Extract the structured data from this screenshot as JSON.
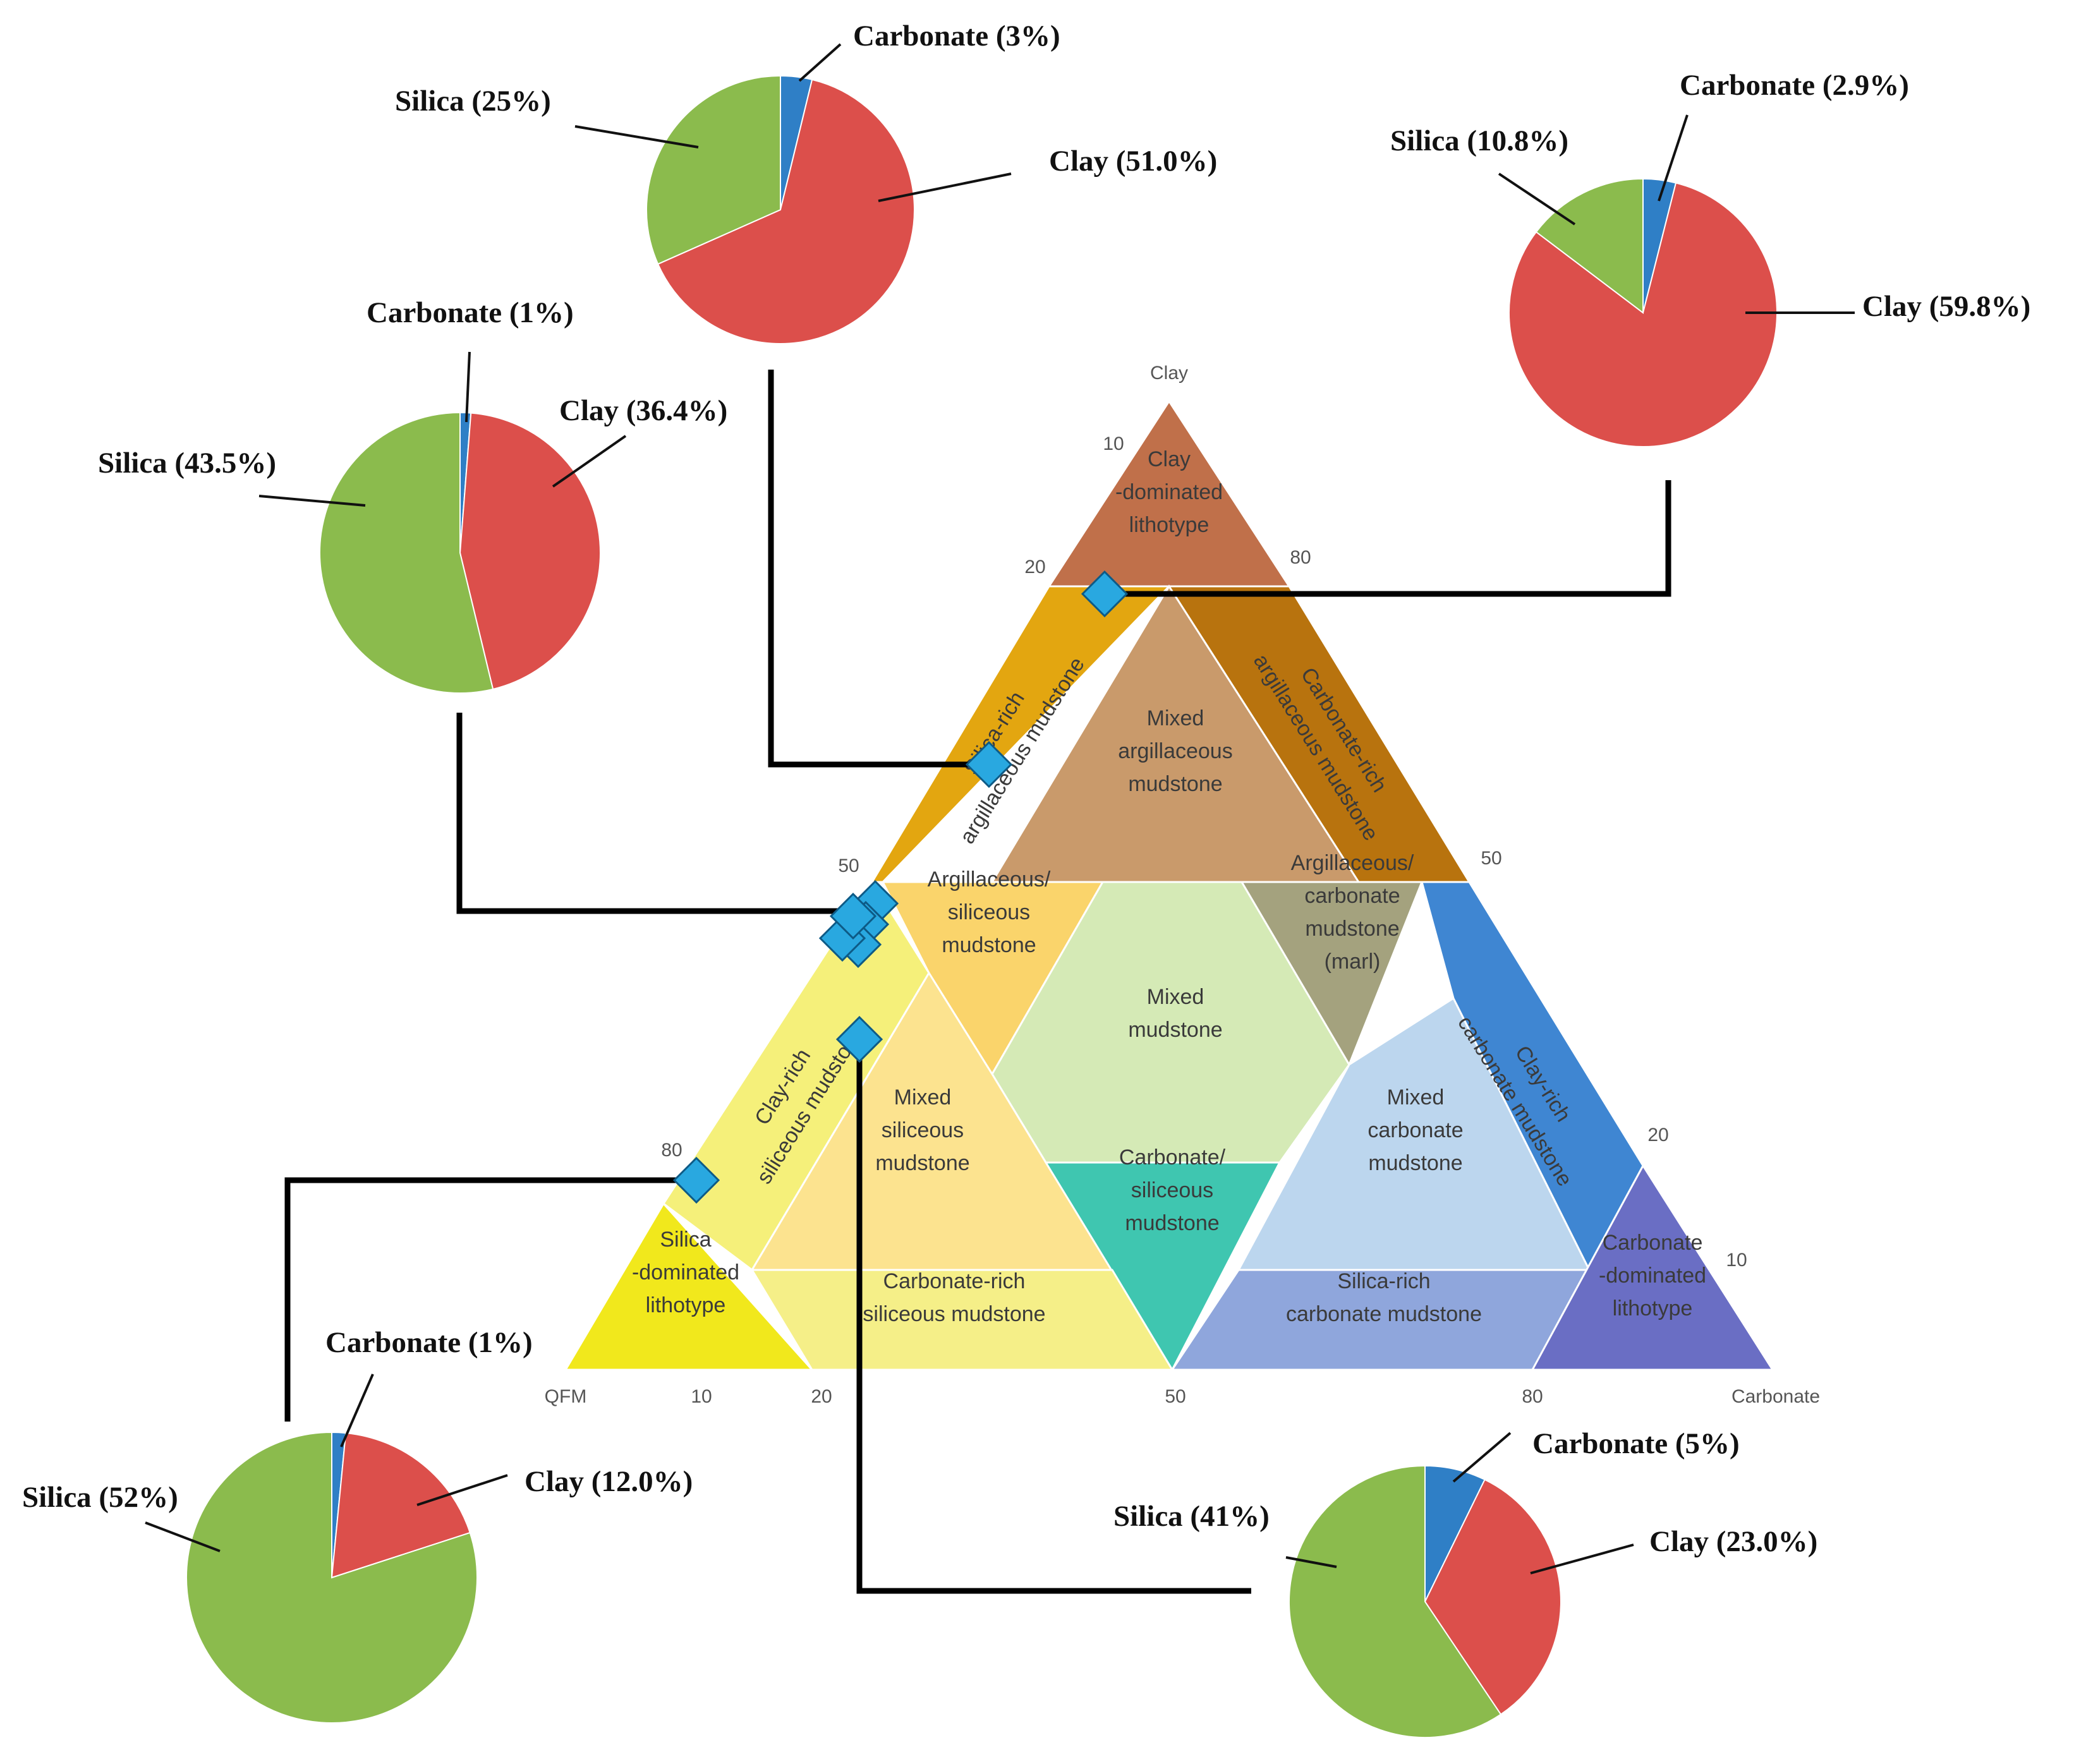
{
  "ternary": {
    "apex_labels": {
      "top": "Clay",
      "left": "QFM",
      "right": "Carbonate"
    },
    "ticks": {
      "left_edge": [
        "10",
        "20",
        "50",
        "80"
      ],
      "right_edge": [
        "80",
        "50",
        "20",
        "10"
      ],
      "bottom_edge": [
        "10",
        "20",
        "50",
        "80"
      ]
    },
    "zones": [
      {
        "id": "clay-dominated",
        "lines": [
          "Clay",
          "-dominated",
          "lithotype"
        ],
        "color": "#c0704a"
      },
      {
        "id": "silica-rich-argillaceous",
        "lines": [
          "Silica-rich",
          "argillaceous mudstone"
        ],
        "color": "#e3a610"
      },
      {
        "id": "mixed-argillaceous",
        "lines": [
          "Mixed",
          "argillaceous",
          "mudstone"
        ],
        "color": "#c99a6b"
      },
      {
        "id": "carbonate-rich-argillaceous",
        "lines": [
          "Carbonate-rich",
          "argillaceous mudstone"
        ],
        "color": "#b8730e"
      },
      {
        "id": "argillaceous-siliceous",
        "lines": [
          "Argillaceous/",
          "siliceous",
          "mudstone"
        ],
        "color": "#fad46b"
      },
      {
        "id": "mixed-mudstone",
        "lines": [
          "Mixed",
          "mudstone"
        ],
        "color": "#d5eab6"
      },
      {
        "id": "argillaceous-carbonate",
        "lines": [
          "Argillaceous/",
          "carbonate",
          "mudstone",
          "(marl)"
        ],
        "color": "#a4a27e"
      },
      {
        "id": "clay-rich-siliceous",
        "lines": [
          "Clay-rich",
          "siliceous mudstone"
        ],
        "color": "#f5f07a"
      },
      {
        "id": "mixed-siliceous",
        "lines": [
          "Mixed",
          "siliceous",
          "mudstone"
        ],
        "color": "#fce38f"
      },
      {
        "id": "carbonate-siliceous",
        "lines": [
          "Carbonate/",
          "siliceous",
          "mudstone"
        ],
        "color": "#3fc6b0"
      },
      {
        "id": "mixed-carbonate",
        "lines": [
          "Mixed",
          "carbonate",
          "mudstone"
        ],
        "color": "#bcd6ee"
      },
      {
        "id": "clay-rich-carbonate",
        "lines": [
          "Clay-rich",
          "carbonate mudstone"
        ],
        "color": "#3f86d2"
      },
      {
        "id": "silica-dominated",
        "lines": [
          "Silica",
          "-dominated",
          "lithotype"
        ],
        "color": "#f1e81c"
      },
      {
        "id": "carbonate-rich-siliceous",
        "lines": [
          "Carbonate-rich",
          "siliceous mudstone"
        ],
        "color": "#f5ef88"
      },
      {
        "id": "silica-rich-carbonate",
        "lines": [
          "Silica-rich",
          "carbonate mudstone"
        ],
        "color": "#8fa6dc"
      },
      {
        "id": "carbonate-dominated",
        "lines": [
          "Carbonate",
          "-dominated",
          "lithotype"
        ],
        "color": "#6a6ec4"
      }
    ],
    "marker_color": "#29a8e0"
  },
  "pie_colors": {
    "carbonate": "#2f7fc6",
    "clay": "#dc4f4b",
    "silica": "#8bbb4d"
  },
  "chart_data": [
    {
      "type": "pie",
      "categories": [
        "Carbonate",
        "Clay",
        "Silica"
      ],
      "values": [
        3,
        51.0,
        25
      ],
      "labels": [
        "Carbonate (3%)",
        "Clay (51.0%)",
        "Silica (25%)"
      ]
    },
    {
      "type": "pie",
      "categories": [
        "Carbonate",
        "Clay",
        "Silica"
      ],
      "values": [
        2.9,
        59.8,
        10.8
      ],
      "labels": [
        "Carbonate (2.9%)",
        "Clay (59.8%)",
        "Silica (10.8%)"
      ]
    },
    {
      "type": "pie",
      "categories": [
        "Carbonate",
        "Clay",
        "Silica"
      ],
      "values": [
        1,
        36.4,
        43.5
      ],
      "labels": [
        "Carbonate (1%)",
        "Clay (36.4%)",
        "Silica (43.5%)"
      ]
    },
    {
      "type": "pie",
      "categories": [
        "Carbonate",
        "Clay",
        "Silica"
      ],
      "values": [
        1,
        12.0,
        52
      ],
      "labels": [
        "Carbonate (1%)",
        "Clay (12.0%)",
        "Silica (52%)"
      ]
    },
    {
      "type": "pie",
      "categories": [
        "Carbonate",
        "Clay",
        "Silica"
      ],
      "values": [
        5,
        23.0,
        41
      ],
      "labels": [
        "Carbonate (5%)",
        "Clay (23.0%)",
        "Silica (41%)"
      ]
    }
  ]
}
